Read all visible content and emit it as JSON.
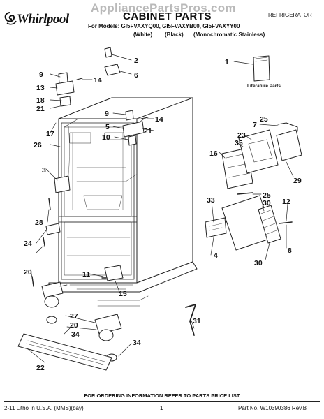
{
  "header": {
    "brand": "Whirlpool",
    "watermark": "AppliancePartsPros.com",
    "title": "CABINET PARTS",
    "category": "REFRIGERATOR",
    "models_line": "For Models: GI5FVAXYQ00, GI5FVAXYB00, GI5FVAXYY00",
    "variants": [
      "(White)",
      "(Black)",
      "(Monochromatic Stainless)"
    ]
  },
  "literature_label": "Literature Parts",
  "callouts": [
    "1",
    "2",
    "3",
    "4",
    "5",
    "6",
    "7",
    "8",
    "9",
    "9",
    "10",
    "11",
    "12",
    "13",
    "14",
    "14",
    "15",
    "16",
    "17",
    "18",
    "20",
    "20",
    "21",
    "21",
    "22",
    "23",
    "24",
    "25",
    "25",
    "26",
    "27",
    "28",
    "29",
    "30",
    "30",
    "31",
    "33",
    "34",
    "34",
    "35"
  ],
  "footer": {
    "order_note": "FOR ORDERING INFORMATION REFER TO PARTS PRICE LIST",
    "litho": "2-11 Litho In U.S.A. (MMS)(bay)",
    "page": "1",
    "part_no": "Part No. W10390386 Rev.B"
  },
  "colors": {
    "line": "#222222",
    "watermark": "#b9b9b9"
  },
  "icons": {
    "logo": "whirlpool-swirl-icon"
  }
}
